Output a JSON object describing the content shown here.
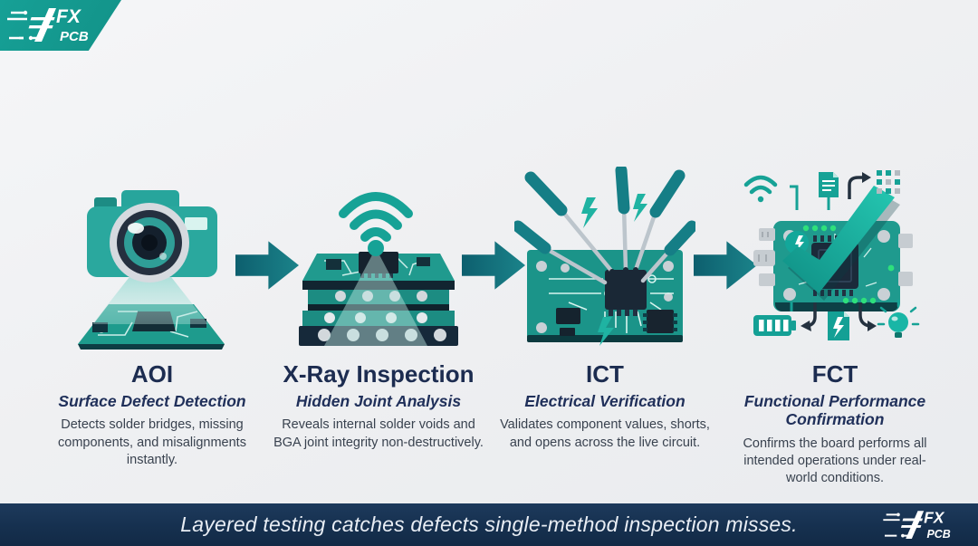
{
  "brand": {
    "fx": "FX",
    "pcb": "PCB"
  },
  "steps": [
    {
      "id": "aoi",
      "icon": "camera-inspection-icon",
      "title": "AOI",
      "subtitle": "Surface Defect Detection",
      "description": "Detects solder bridges, missing components, and misalignments instantly."
    },
    {
      "id": "xray",
      "icon": "xray-layer-stack-icon",
      "title": "X-Ray Inspection",
      "subtitle": "Hidden Joint Analysis",
      "description": "Reveals internal solder voids and BGA joint integrity non-destructively."
    },
    {
      "id": "ict",
      "icon": "test-probes-board-icon",
      "title": "ICT",
      "subtitle": "Electrical Verification",
      "description": "Validates component values, shorts, and opens across the live circuit."
    },
    {
      "id": "fct",
      "icon": "checkmark-board-icon",
      "title": "FCT",
      "subtitle": "Functional Performance Confirmation",
      "description": "Confirms the board performs all intended operations under real-world conditions."
    }
  ],
  "footer": {
    "tagline": "Layered testing catches defects single-method inspection misses."
  },
  "colors": {
    "brand_teal": "#16a096",
    "icon_teal": "#1f9a8e",
    "arrow_teal_dark": "#0d5f6e",
    "footer_navy": "#16304f",
    "heading_navy": "#1c2c50",
    "body_text": "#39424f",
    "background": "#eff0f2"
  }
}
